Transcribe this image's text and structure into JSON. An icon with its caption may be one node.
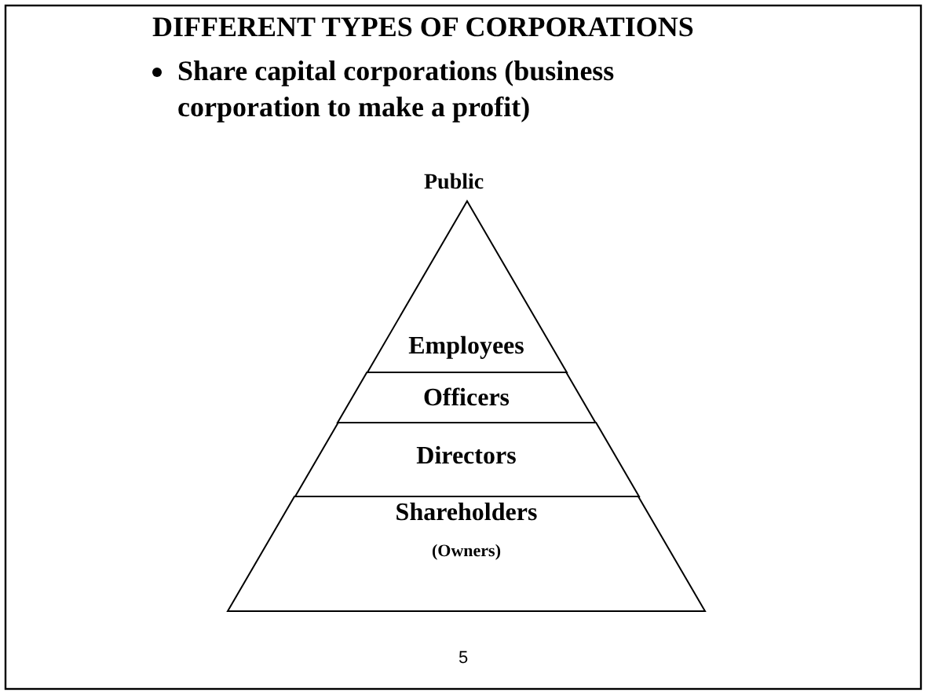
{
  "diagram": {
    "title": "DIFFERENT TYPES OF CORPORATIONS",
    "nodes": [
      {
        "text": [
          "Employees"
        ]
      },
      {
        "text": [
          "Officers"
        ]
      },
      {
        "text": [
          "Directors"
        ]
      },
      {
        "text": [
          "Shareholders",
          "(Owners)"
        ]
      }
    ],
    "labels": [
      "Share capital corporations (business corporation to make a profit)",
      "Public",
      "5"
    ]
  }
}
